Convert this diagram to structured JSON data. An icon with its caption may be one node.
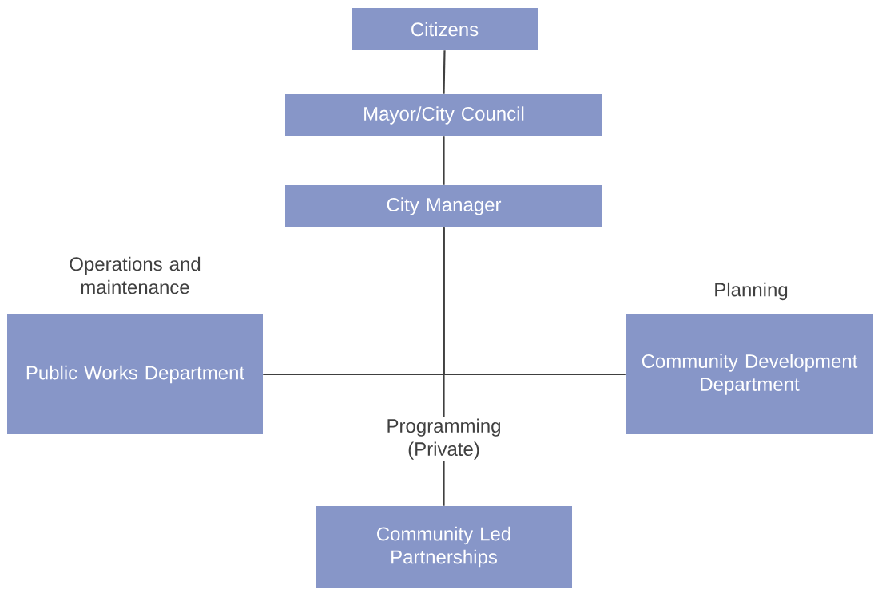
{
  "diagram": {
    "nodes": [
      {
        "text": [
          "Citizens"
        ]
      },
      {
        "text": [
          "Mayor/City Council"
        ]
      },
      {
        "text": [
          "City Manager"
        ]
      },
      {
        "text": [
          "Public Works Department"
        ],
        "beside": [
          "Operations and maintenance"
        ]
      },
      {
        "text": [
          "Community Development Department"
        ],
        "beside": [
          "Planning"
        ]
      },
      {
        "text": [
          "Community Led Partnerships"
        ]
      }
    ],
    "edges": [
      {
        "from": 0,
        "to": 1,
        "arrow": "none"
      },
      {
        "from": 1,
        "to": 2,
        "arrow": "none"
      },
      {
        "from": 2,
        "to": 3,
        "arrow": "none"
      },
      {
        "from": 2,
        "to": 4,
        "arrow": "none"
      },
      {
        "from": 2,
        "to": 5,
        "arrow": "none",
        "label": "Programming (Private)"
      }
    ]
  }
}
